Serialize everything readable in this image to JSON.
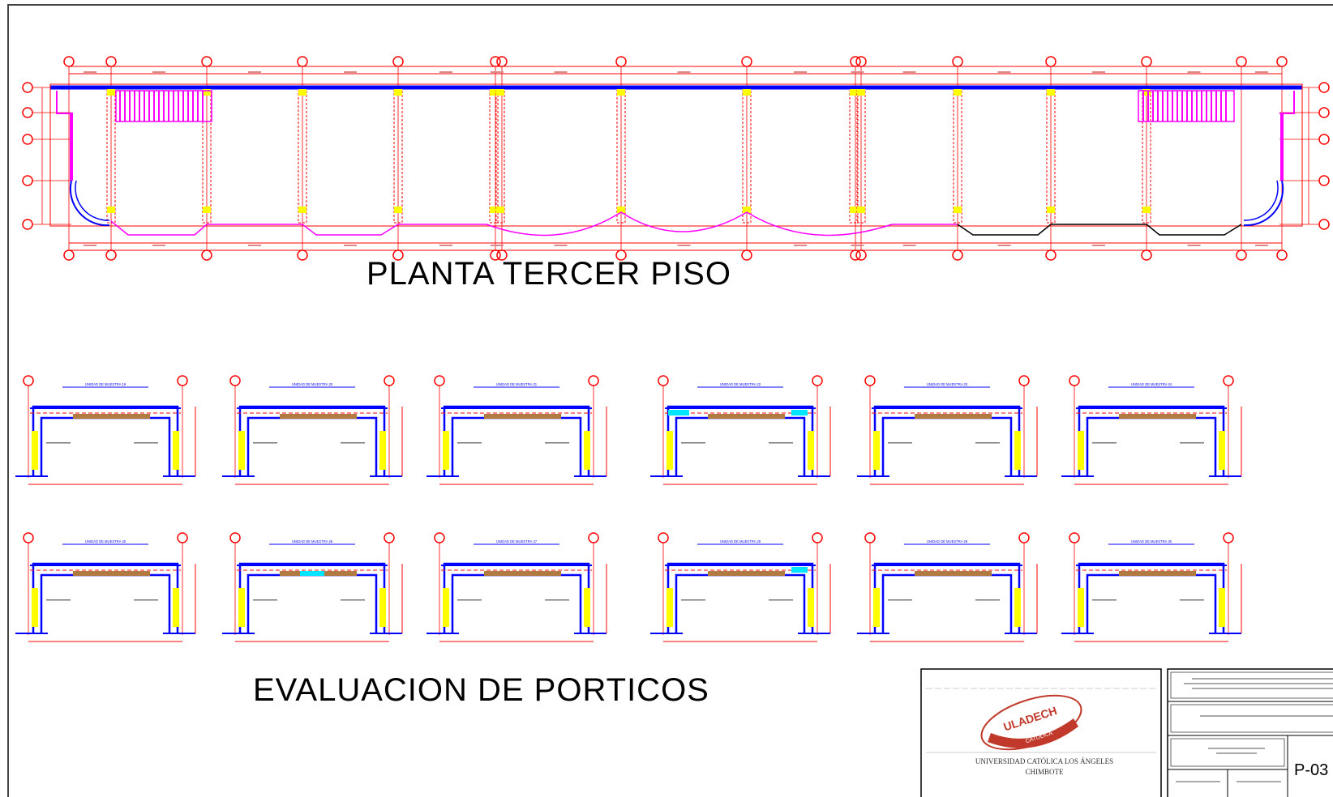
{
  "drawing": {
    "plan_title": "PLANTA TERCER PISO",
    "frames_title": "EVALUACION DE PORTICOS",
    "frame_labels": [
      "UNIDAD DE MUESTRA 19",
      "UNIDAD DE MUESTRA 20",
      "UNIDAD DE MUESTRA 21",
      "UNIDAD DE MUESTRA 22",
      "UNIDAD DE MUESTRA 23",
      "UNIDAD DE MUESTRA 24",
      "UNIDAD DE MUESTRA 25",
      "UNIDAD DE MUESTRA 26",
      "UNIDAD DE MUESTRA 27",
      "UNIDAD DE MUESTRA 28",
      "UNIDAD DE MUESTRA 29",
      "UNIDAD DE MUESTRA 30"
    ]
  },
  "title_block": {
    "logo_text": "ULADECH",
    "logo_sub": "CATÓLICA",
    "university": "UNIVERSIDAD CATÓLICA LOS ÁNGELES",
    "city": "CHIMBOTE",
    "sheet_number": "P-03"
  },
  "colors": {
    "grid": "#ff0000",
    "beam": "#0000ff",
    "wall": "#ff00ff",
    "column": "#ffff00",
    "damage": "#00e5ff",
    "slab": "#b07a40",
    "border": "#000000"
  }
}
